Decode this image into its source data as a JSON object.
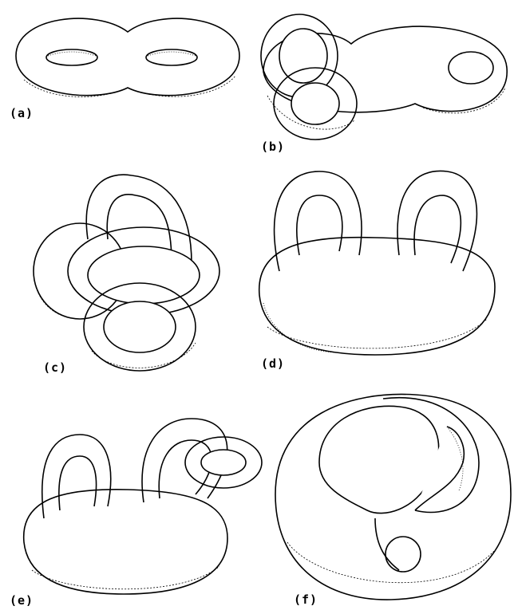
{
  "panels": [
    {
      "id": "a",
      "label": "(a)",
      "description": "genus-two surface"
    },
    {
      "id": "b",
      "label": "(b)",
      "description": "genus-two surface with linked handle"
    },
    {
      "id": "c",
      "label": "(c)",
      "description": "knotted handle surface"
    },
    {
      "id": "d",
      "label": "(d)",
      "description": "ball with two handles"
    },
    {
      "id": "e",
      "label": "(e)",
      "description": "ball with one trivial and one knotted handle"
    },
    {
      "id": "f",
      "label": "(f)",
      "description": "knotted genus-two surface"
    }
  ]
}
